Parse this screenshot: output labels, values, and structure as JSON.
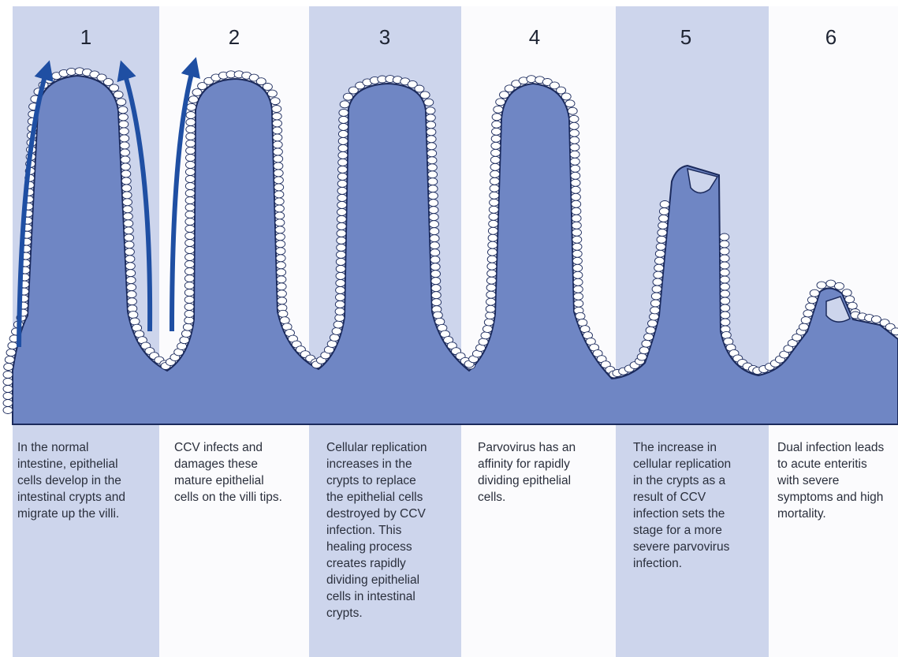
{
  "panels": [
    {
      "number": "1",
      "caption": [
        "In the normal",
        "intestine, epithelial",
        "cells develop in the",
        "intestinal crypts and",
        "migrate up the villi."
      ]
    },
    {
      "number": "2",
      "caption": [
        "CCV infects and",
        "damages these",
        "mature epithelial",
        "cells on the villi tips."
      ]
    },
    {
      "number": "3",
      "caption": [
        "Cellular replication",
        "increases in the",
        "crypts to replace",
        "the epithelial cells",
        "destroyed by CCV",
        "infection. This",
        "healing process",
        "creates rapidly",
        "dividing epithelial",
        "cells in intestinal",
        "crypts."
      ]
    },
    {
      "number": "4",
      "caption": [
        "Parvovirus has an",
        "affinity for rapidly",
        "dividing epithelial",
        "cells."
      ]
    },
    {
      "number": "5",
      "caption": [
        "The increase in",
        "cellular replication",
        "in the crypts as a",
        "result of CCV",
        "infection sets the",
        "stage for a more",
        "severe parvovirus",
        "infection."
      ]
    },
    {
      "number": "6",
      "caption": [
        "Dual infection leads",
        "to acute enteritis",
        "with severe",
        "symptoms and high",
        "mortality."
      ]
    }
  ],
  "colors": {
    "band_shaded": "#cdd5ec",
    "band_light": "#fbfbfd",
    "tissue": "#6f86c4",
    "outline": "#1b2a5c",
    "arrow": "#1f4fa3",
    "cell_fill": "#ffffff"
  }
}
